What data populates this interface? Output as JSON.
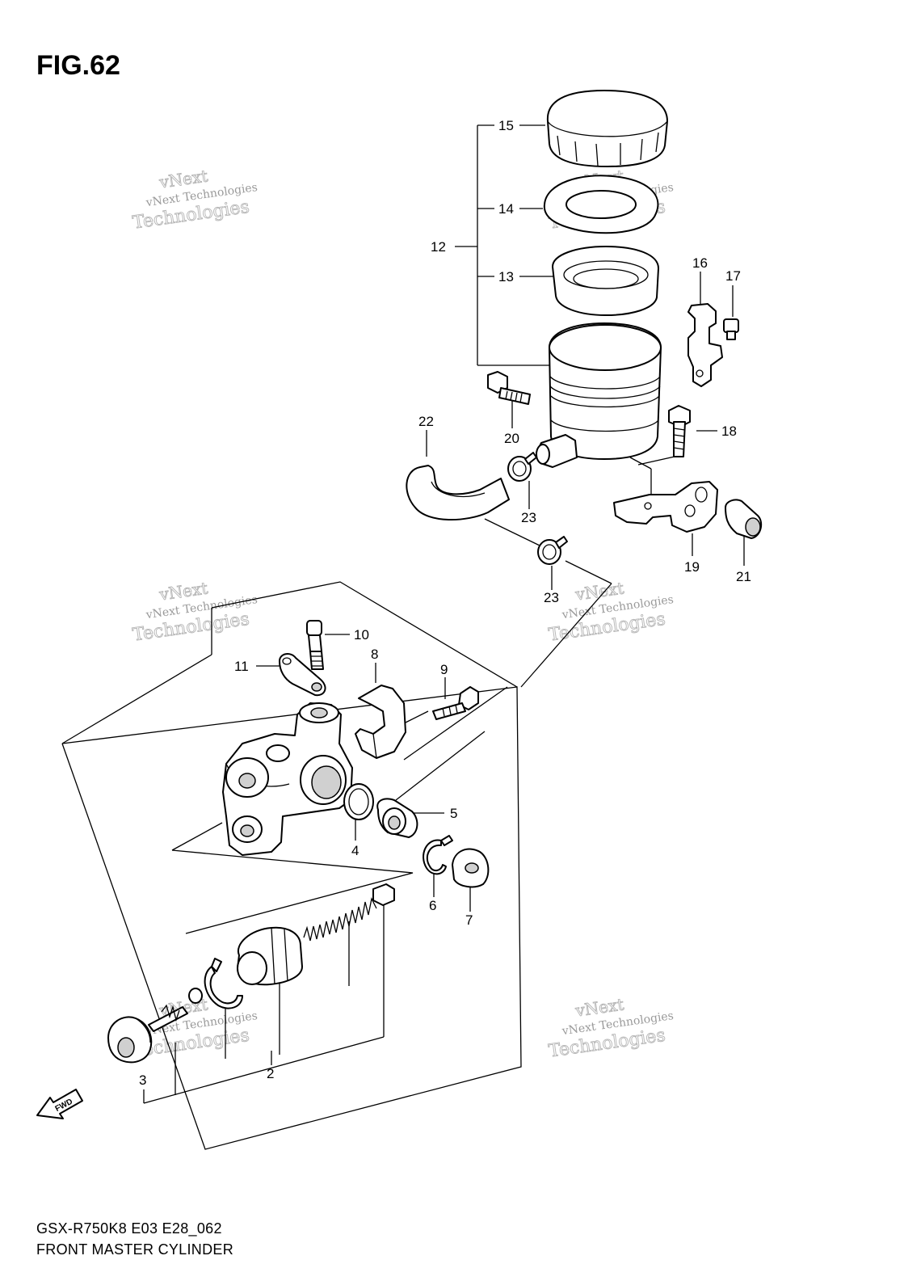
{
  "figure": {
    "title": "FIG.62",
    "model_code": "GSX-R750K8 E03 E28_062",
    "section_name": "FRONT MASTER CYLINDER"
  },
  "watermark": {
    "line1": "vNext",
    "line2": "vNext Technologies",
    "line3": "Technologies"
  },
  "callouts": [
    "15",
    "14",
    "12",
    "13",
    "16",
    "17",
    "20",
    "18",
    "22",
    "23",
    "19",
    "21",
    "23",
    "10",
    "11",
    "8",
    "9",
    "5",
    "4",
    "6",
    "7",
    "3",
    "2"
  ],
  "fwd_label": "FWD"
}
